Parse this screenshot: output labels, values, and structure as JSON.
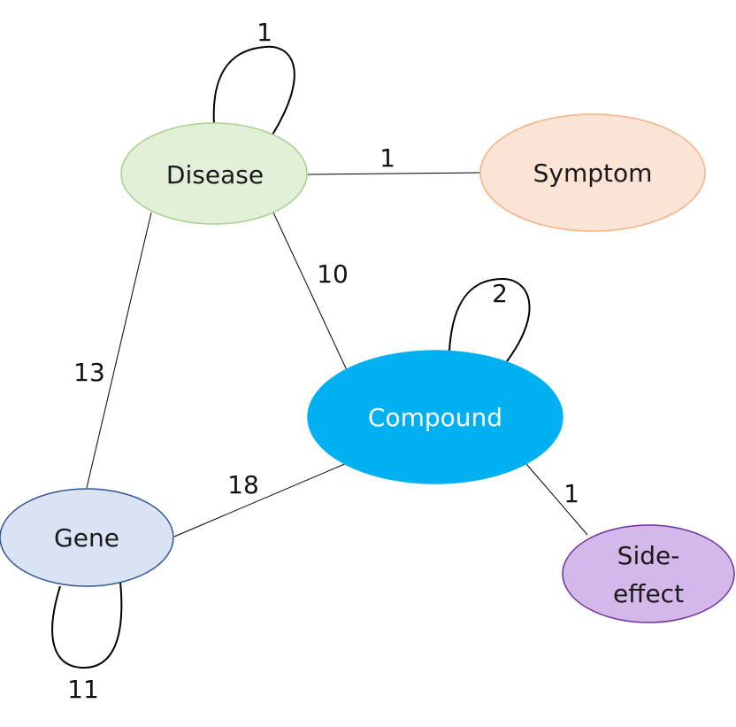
{
  "nodes": {
    "disease": {
      "label": "Disease",
      "fill": "#e2efd9",
      "stroke": "#a9d18e",
      "text_color": "#1a1a1a"
    },
    "symptom": {
      "label": "Symptom",
      "fill": "#fbe4d5",
      "stroke": "#f4b183",
      "text_color": "#1a1a1a"
    },
    "compound": {
      "label": "Compound",
      "fill": "#00b0f0",
      "stroke": "#00b0f0",
      "text_color": "#ffffff"
    },
    "gene": {
      "label": "Gene",
      "fill": "#dae3f3",
      "stroke": "#2f5597",
      "text_color": "#1a1a1a"
    },
    "side_effect": {
      "label_line1": "Side-",
      "label_line2": "effect",
      "fill": "#d5b8ea",
      "stroke": "#7030a0",
      "text_color": "#1a1a1a"
    }
  },
  "edges": {
    "disease_disease": {
      "label": "1"
    },
    "disease_symptom": {
      "label": "1"
    },
    "disease_compound": {
      "label": "10"
    },
    "disease_gene": {
      "label": "13"
    },
    "compound_compound": {
      "label": "2"
    },
    "compound_gene": {
      "label": "18"
    },
    "compound_side_effect": {
      "label": "1"
    },
    "gene_gene": {
      "label": "11"
    }
  }
}
